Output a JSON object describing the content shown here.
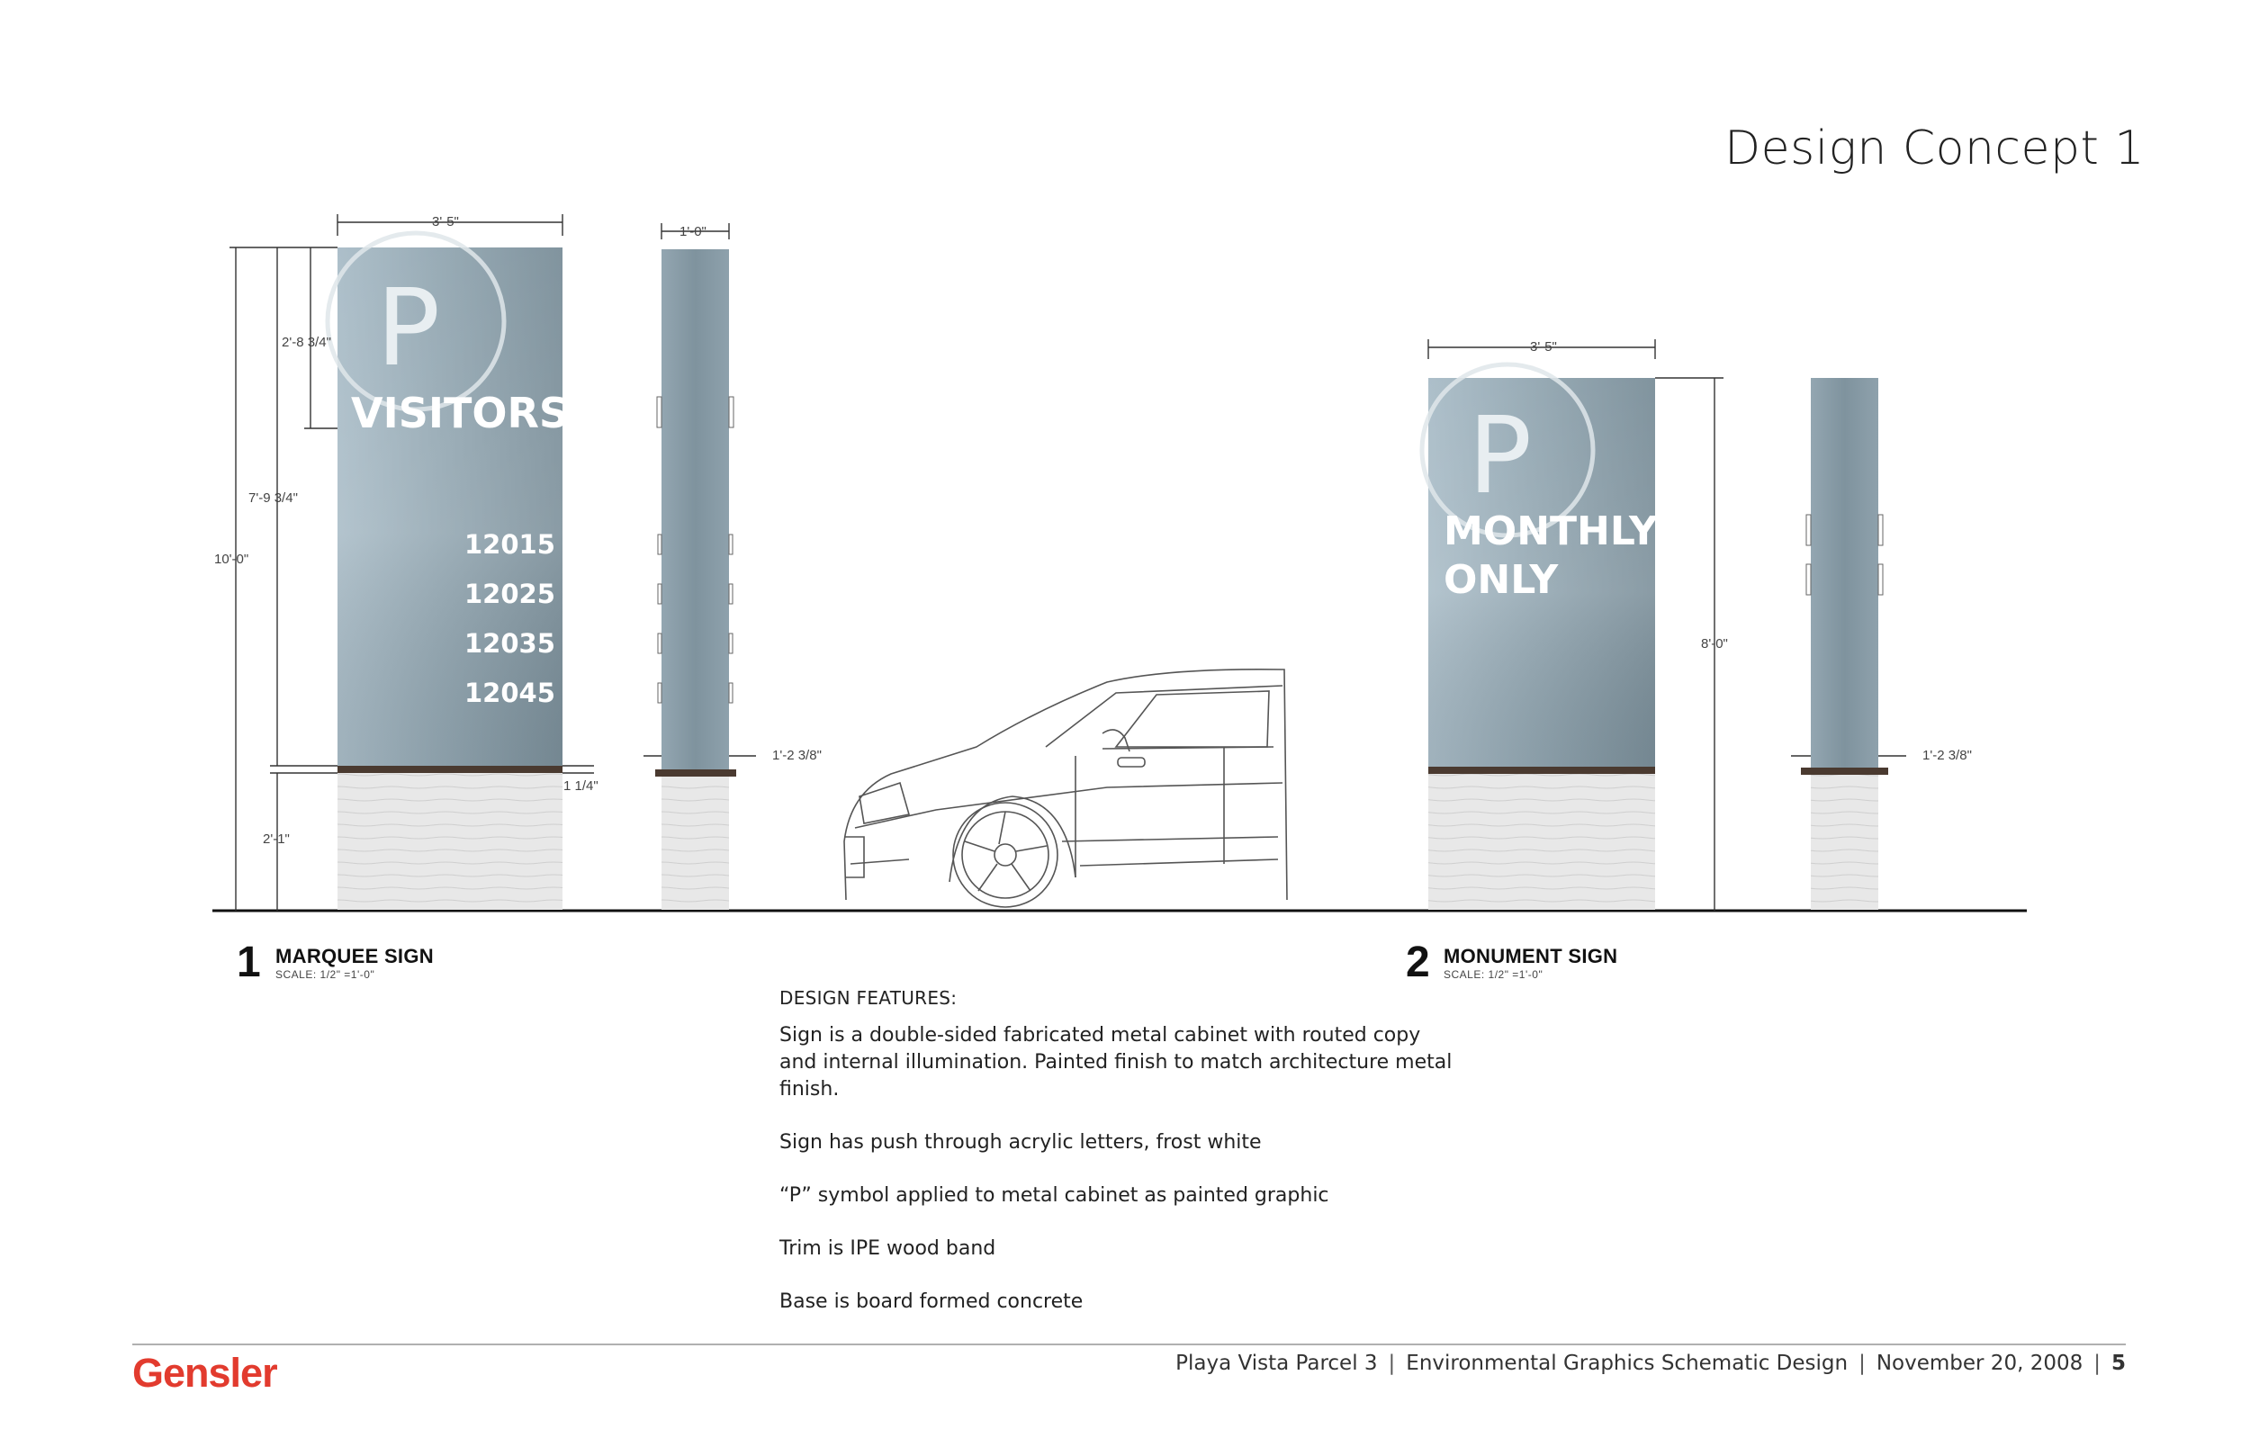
{
  "page": {
    "title": "Design Concept 1"
  },
  "sign1": {
    "number": "1",
    "title": "MARQUEE SIGN",
    "scale": "SCALE:  1/2\" =1'-0\"",
    "symbol": "P",
    "headline": "VISITORS",
    "addresses": [
      "12015",
      "12025",
      "12035",
      "12045"
    ],
    "dims": {
      "width": "3'-5\"",
      "side_width": "1'-0\"",
      "total_height": "10'-0\"",
      "cabinet_height": "7'-9 3/4\"",
      "header_height": "2'-8 3/4\"",
      "base_height": "2'-1\"",
      "trim": "1 1/4\"",
      "side_offset": "1'-2 3/8\""
    }
  },
  "sign2": {
    "number": "2",
    "title": "MONUMENT SIGN",
    "scale": "SCALE:  1/2\" =1'-0\"",
    "symbol": "P",
    "line1": "MONTHLY",
    "line2": "ONLY",
    "dims": {
      "width": "3'-5\"",
      "height": "8'-0\"",
      "side_offset": "1'-2 3/8\""
    }
  },
  "features": {
    "heading": "DESIGN FEATURES:",
    "items": [
      "Sign is a double-sided fabricated metal cabinet with routed copy and internal illumination. Painted finish to match architecture metal finish.",
      "Sign has push through acrylic letters, frost white",
      "“P” symbol applied to metal cabinet as painted graphic",
      "Trim is IPE wood band",
      "Base is board formed concrete"
    ]
  },
  "footer": {
    "logo": "Gensler",
    "project": "Playa Vista Parcel 3",
    "document": "Environmental Graphics Schematic Design",
    "date": "November 20, 2008",
    "page_number": "5"
  },
  "colors": {
    "cabinet_light": "#a9bcc7",
    "cabinet_dark": "#7f939e",
    "trim": "#4a3a30",
    "concrete": "#e6e6e6",
    "brand_red": "#e23b2e"
  }
}
